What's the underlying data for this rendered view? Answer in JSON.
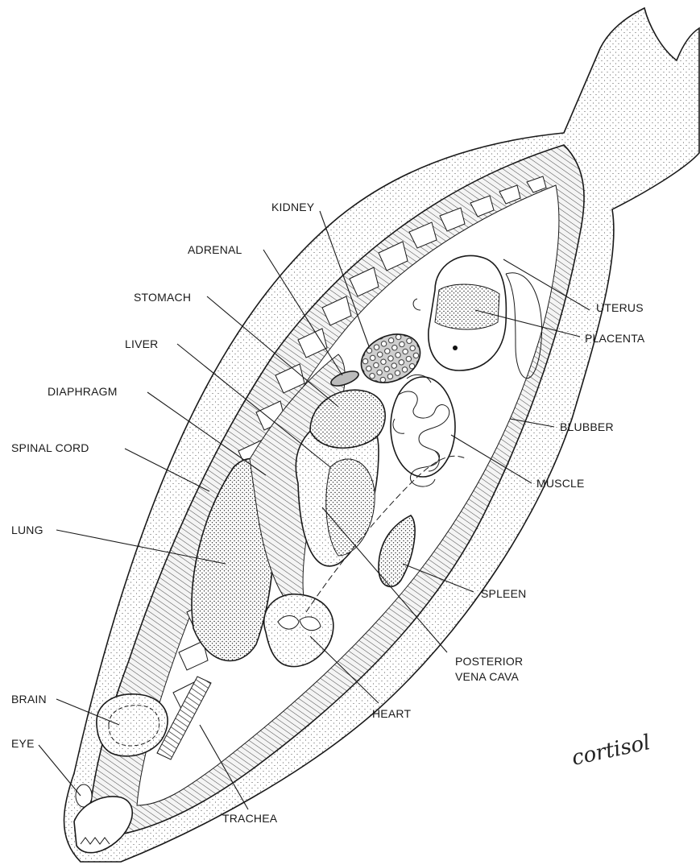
{
  "labels": {
    "kidney": "KIDNEY",
    "adrenal": "ADRENAL",
    "stomach": "STOMACH",
    "liver": "LIVER",
    "diaphragm": "DIAPHRAGM",
    "spinal_cord": "SPINAL CORD",
    "lung": "LUNG",
    "brain": "BRAIN",
    "eye": "EYE",
    "trachea": "TRACHEA",
    "heart": "HEART",
    "posterior_vena_cava_line1": "POSTERIOR",
    "posterior_vena_cava_line2": "VENA CAVA",
    "spleen": "SPLEEN",
    "muscle": "MUSCLE",
    "blubber": "BLUBBER",
    "placenta": "PLACENTA",
    "uterus": "UTERUS"
  },
  "annotation": {
    "handwritten": "cortisol"
  },
  "colors": {
    "ink": "#1a1a1a",
    "paper": "#ffffff",
    "blubber_fill": "#efefef",
    "muscle_fill": "#e2e2e2",
    "organ_fill": "#d9d9d9"
  }
}
